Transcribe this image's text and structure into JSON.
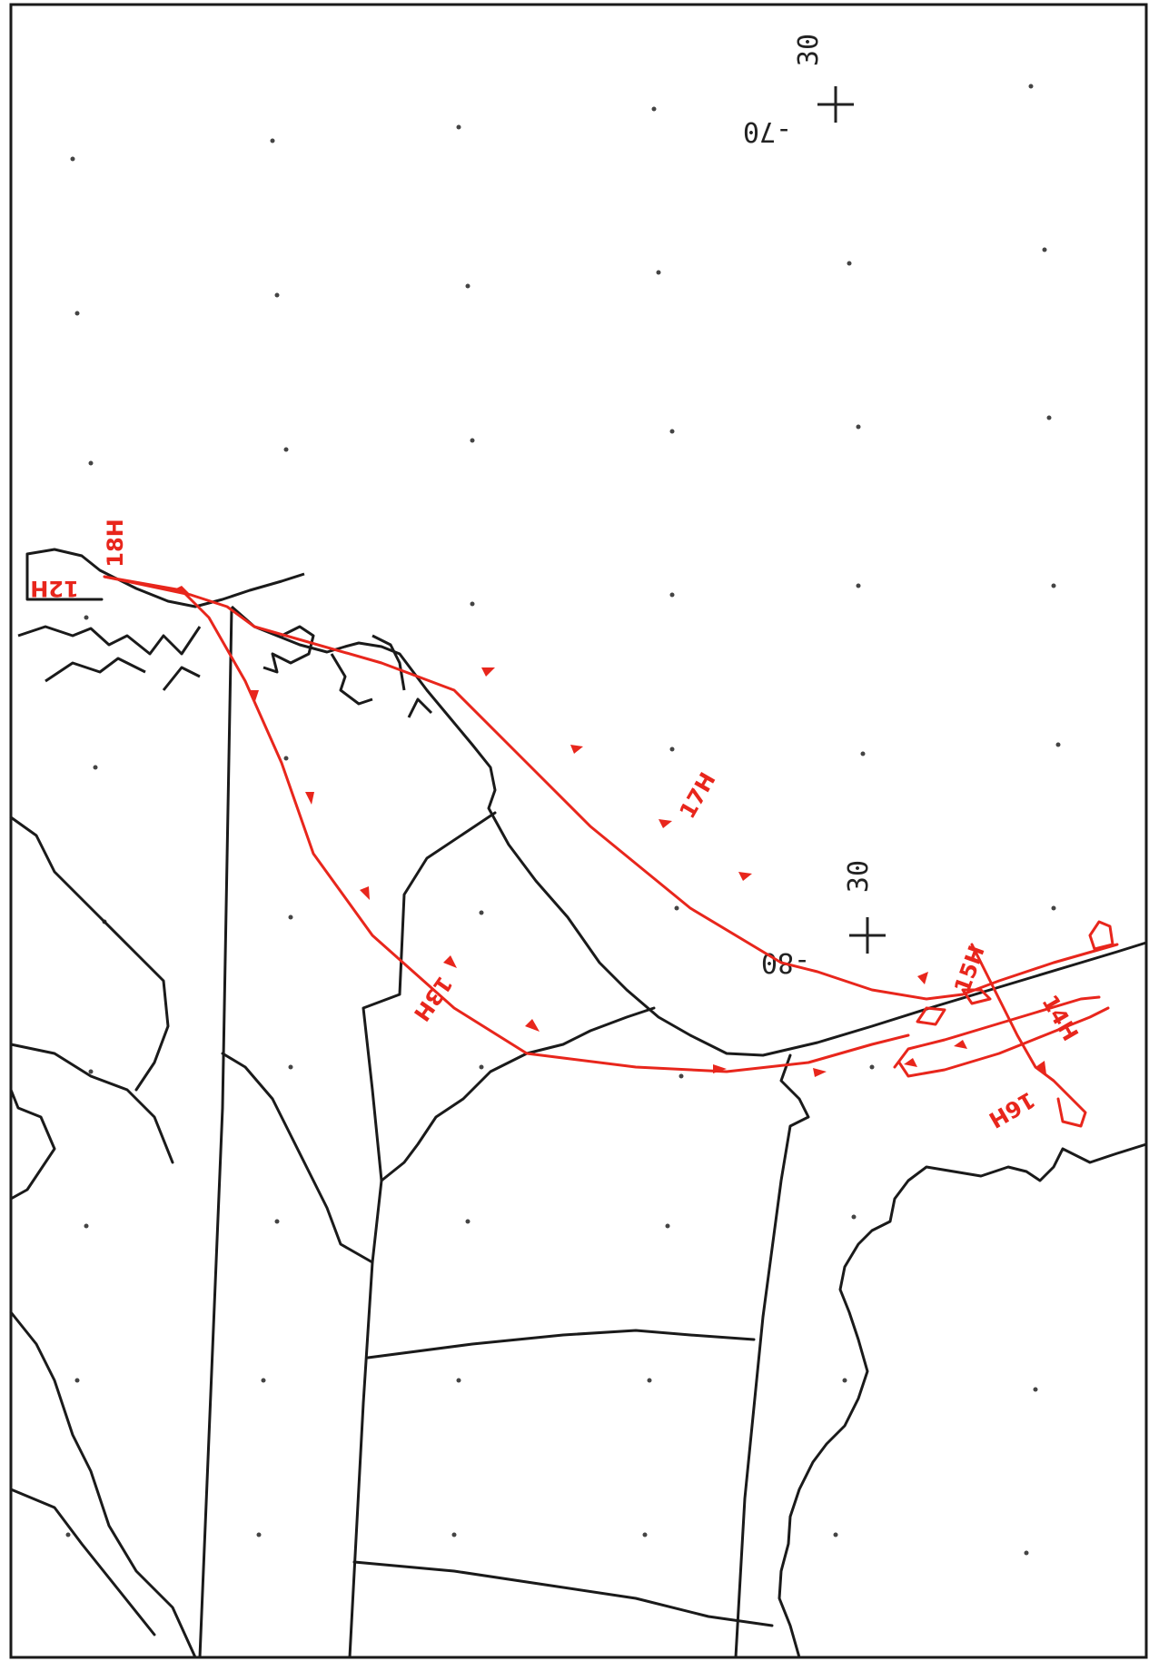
{
  "map": {
    "colors": {
      "track": "#e8261c",
      "border": "#1a1a1a",
      "background": "#ffffff"
    },
    "graticule_labels": [
      {
        "id": "lat-30-top",
        "text": "30"
      },
      {
        "id": "lon-70",
        "text": "-70"
      },
      {
        "id": "lat-30-mid",
        "text": "30"
      },
      {
        "id": "lon-80",
        "text": "-80"
      }
    ],
    "time_labels": [
      {
        "id": "18h",
        "text": "18H"
      },
      {
        "id": "12h",
        "text": "12H"
      },
      {
        "id": "17h",
        "text": "17H"
      },
      {
        "id": "13h",
        "text": "13H"
      },
      {
        "id": "15h",
        "text": "15H"
      },
      {
        "id": "14h",
        "text": "14H"
      },
      {
        "id": "16h",
        "text": "16H"
      }
    ]
  }
}
